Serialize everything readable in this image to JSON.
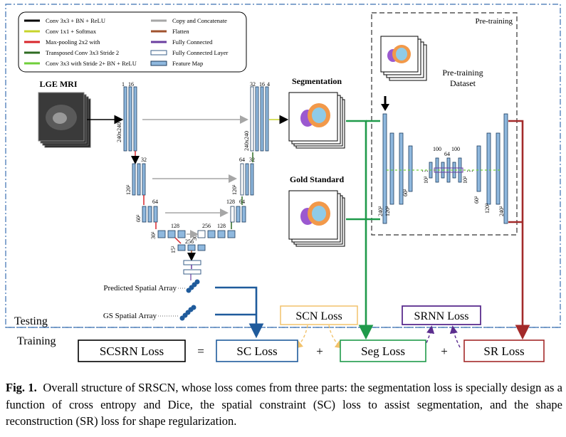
{
  "legend": {
    "items": [
      {
        "label": "Conv 3x3 + BN + ReLU",
        "color": "#000000"
      },
      {
        "label": "Conv 1x1 + Softmax",
        "color": "#c7d42b"
      },
      {
        "label": "Max-pooling 2x2 with",
        "color": "#d8262c"
      },
      {
        "label": "Transposed Conv 3x3 Stride 2",
        "color": "#2e6b22"
      },
      {
        "label": "Conv 3x3 with Stride 2+ BN + ReLU",
        "color": "#6fcf3a"
      },
      {
        "label": "Copy and Concatenate",
        "color": "#a6a6a6"
      },
      {
        "label": "Flatten",
        "color": "#a0522d"
      },
      {
        "label": "Fully Connected",
        "color": "#6b3fa0"
      },
      {
        "label": "Fully Connected Layer",
        "color": "#3a5f8a"
      },
      {
        "label": "Feature Map",
        "color": "#8fb8de"
      }
    ]
  },
  "input_label": "LGE MRI",
  "unet": {
    "channels": {
      "c1": "1",
      "c16": "16",
      "c32": "32",
      "c64": "64",
      "c128": "128",
      "c256": "256",
      "d256": "256",
      "d128": "128",
      "d64": "64",
      "d32": "32",
      "d16": "16",
      "d4": "4",
      "d128b": "128"
    },
    "sizes": {
      "s240": "240x240",
      "s120": "120²",
      "s60": "60²",
      "s30": "30²",
      "s15": "15²",
      "d30": "30²",
      "d60": "60²",
      "d120": "120²",
      "d240": "240x240"
    }
  },
  "segmentation_label": "Segmentation",
  "gold_label": "Gold Standard",
  "pretraining": {
    "title": "Pre-training",
    "dataset_label": "Pre-training Dataset",
    "channels": {
      "a": "100",
      "b": "64",
      "c": "100"
    },
    "sizes": {
      "s240": "240²",
      "s120": "120²",
      "s60": "60²",
      "s10": "10²",
      "s10b": "10²",
      "s60b": "60²",
      "s120b": "120²",
      "s240b": "240²"
    }
  },
  "spatial": {
    "predicted": "Predicted Spatial Array",
    "gs": "GS Spatial Array"
  },
  "modes": {
    "testing": "Testing",
    "training": "Training"
  },
  "losses": {
    "scsrn": "SCSRN Loss",
    "equals": "=",
    "sc": "SC Loss",
    "plus1": "+",
    "seg": "Seg Loss",
    "plus2": "+",
    "sr": "SR Loss",
    "scn": "SCN Loss",
    "srnn": "SRNN Loss"
  },
  "colors": {
    "blue_loss": "#1f5b9c",
    "green_loss": "#1f9a4a",
    "red_loss": "#a32a2a",
    "orange_loss": "#f2c26b",
    "purple_loss": "#5b2d8e",
    "fmap": "#8fb8de"
  },
  "caption": {
    "label": "Fig. 1.",
    "text": "Overall structure of SRSCN, whose loss comes from three parts: the segmentation loss is specially design as a function of cross entropy and Dice, the spatial constraint (SC) loss to assist segmentation, and the shape reconstruction (SR) loss for shape regularization."
  }
}
